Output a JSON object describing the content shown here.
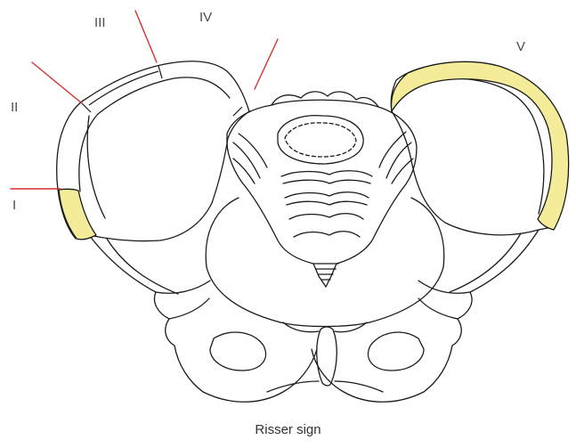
{
  "caption": "Risser sign",
  "grades": {
    "I": "I",
    "II": "II",
    "III": "III",
    "IV": "IV",
    "V": "V"
  },
  "colors": {
    "outline": "#1a1a1a",
    "ossification": "#f5ec9a",
    "marker": "#d62f2f"
  }
}
